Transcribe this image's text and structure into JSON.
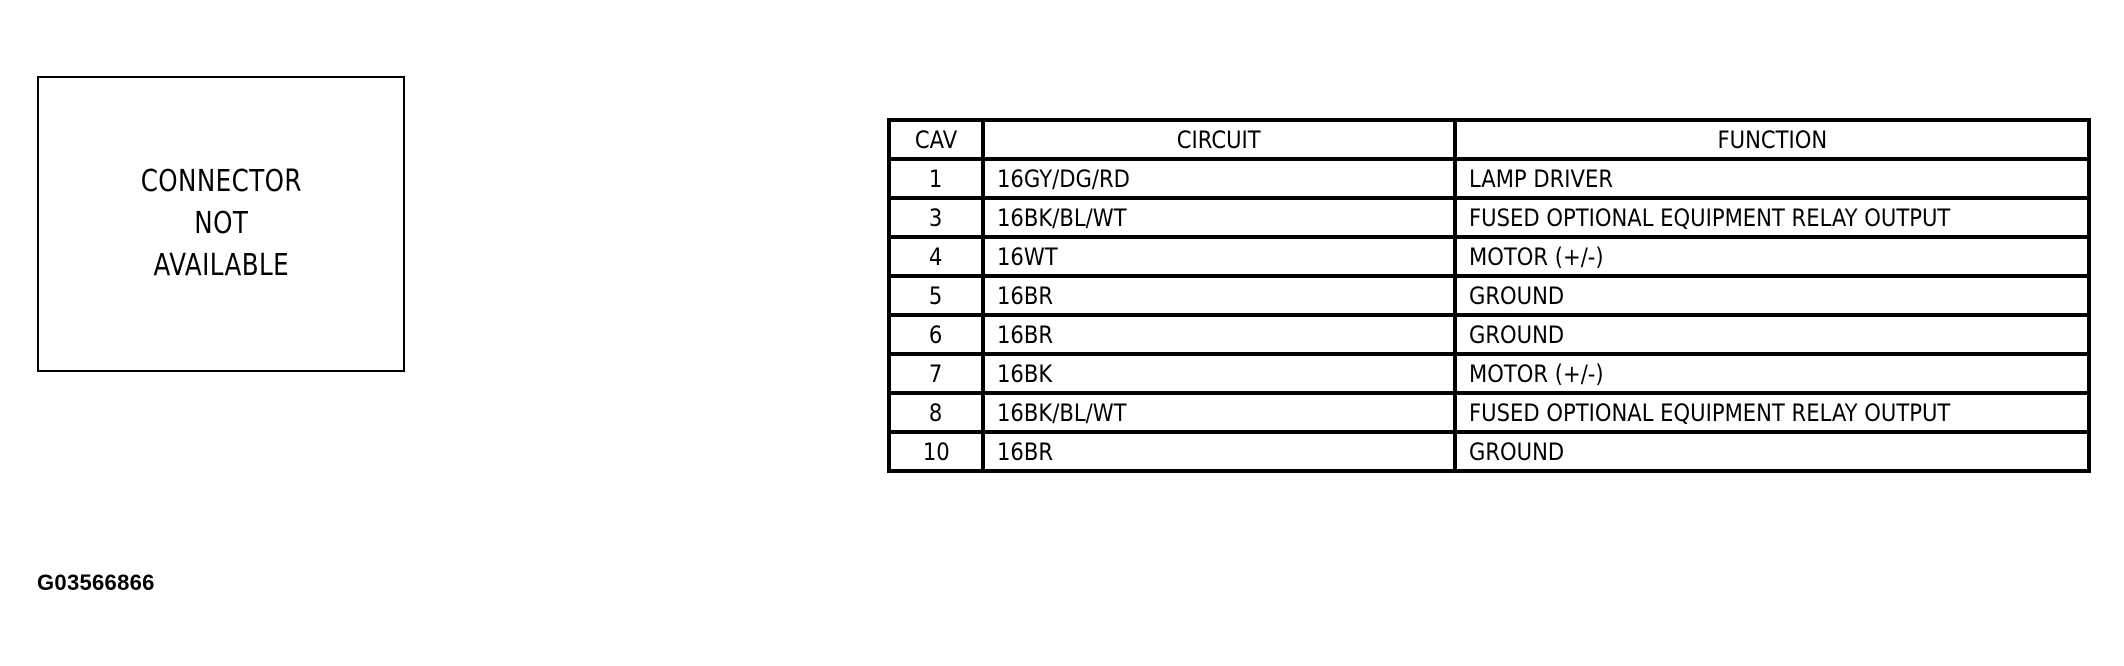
{
  "connector_box": {
    "lines": [
      "CONNECTOR",
      "NOT",
      "AVAILABLE"
    ]
  },
  "figure_id": "G03566866",
  "pin_table": {
    "headers": {
      "cav": "CAV",
      "circuit": "CIRCUIT",
      "function": "FUNCTION"
    },
    "rows": [
      {
        "cav": "1",
        "circuit": "16GY/DG/RD",
        "function": "LAMP DRIVER"
      },
      {
        "cav": "3",
        "circuit": "16BK/BL/WT",
        "function": "FUSED OPTIONAL EQUIPMENT RELAY OUTPUT"
      },
      {
        "cav": "4",
        "circuit": "16WT",
        "function": "MOTOR (+/-)"
      },
      {
        "cav": "5",
        "circuit": "16BR",
        "function": "GROUND"
      },
      {
        "cav": "6",
        "circuit": "16BR",
        "function": "GROUND"
      },
      {
        "cav": "7",
        "circuit": "16BK",
        "function": "MOTOR (+/-)"
      },
      {
        "cav": "8",
        "circuit": "16BK/BL/WT",
        "function": "FUSED OPTIONAL EQUIPMENT RELAY OUTPUT"
      },
      {
        "cav": "10",
        "circuit": "16BR",
        "function": "GROUND"
      }
    ]
  }
}
